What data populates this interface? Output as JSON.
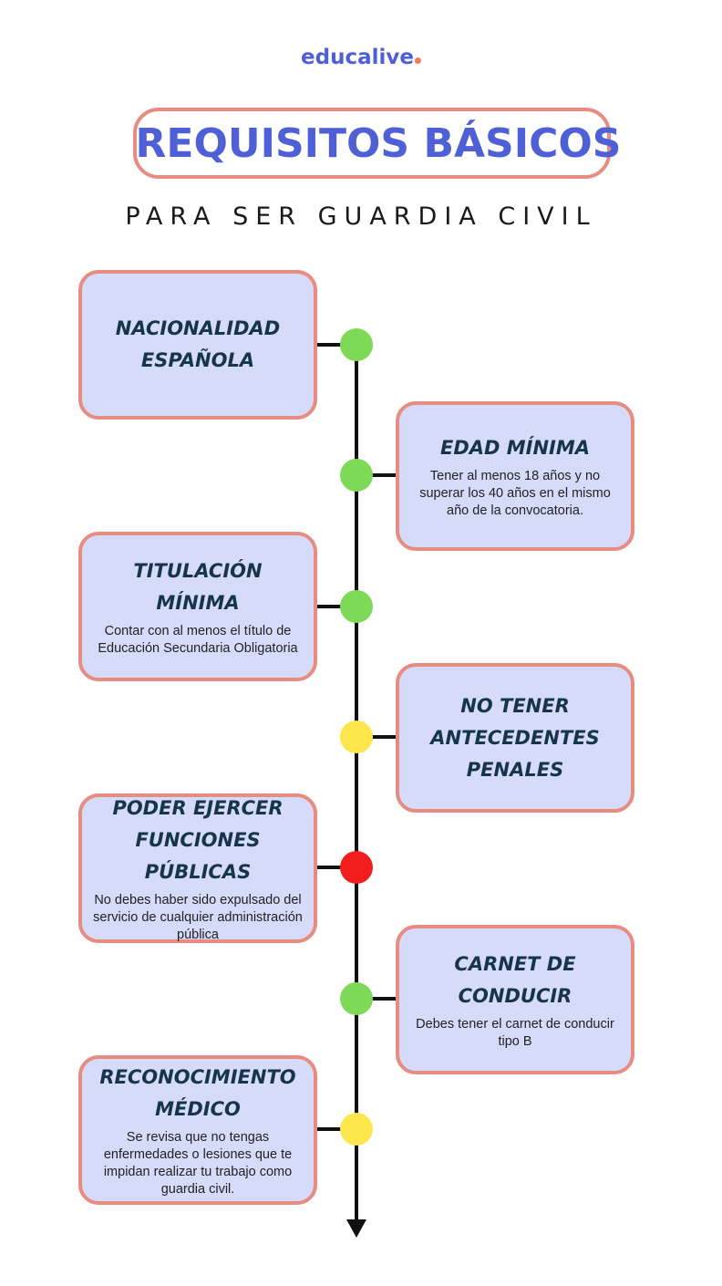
{
  "header": {
    "logo": "educalive",
    "title": "REQUISITOS BÁSICOS",
    "subtitle": "PARA SER GUARDIA CIVIL"
  },
  "colors": {
    "accent_blue": "#4f5fd6",
    "border_salmon": "#e88b80",
    "card_fill": "#d6dbfa",
    "green": "#7ed957",
    "yellow": "#fde74c",
    "red": "#f21d1d"
  },
  "requirements": [
    {
      "title_lines": [
        "NACIONALIDAD",
        "ESPAÑOLA"
      ],
      "description": "",
      "status": "green"
    },
    {
      "title_lines": [
        "EDAD MÍNIMA"
      ],
      "description": "Tener al menos 18 años y no superar los 40 años en el mismo año de la convocatoria.",
      "status": "green"
    },
    {
      "title_lines": [
        "TITULACIÓN",
        "MÍNIMA"
      ],
      "description": "Contar con al menos el título de Educación Secundaria Obligatoria",
      "status": "green"
    },
    {
      "title_lines": [
        "NO TENER",
        "ANTECEDENTES",
        "PENALES"
      ],
      "description": "",
      "status": "yellow"
    },
    {
      "title_lines": [
        "PODER EJERCER",
        "FUNCIONES PÚBLICAS"
      ],
      "description": "No debes haber sido expulsado del servicio de cualquier administración pública",
      "status": "red"
    },
    {
      "title_lines": [
        "CARNET DE",
        "CONDUCIR"
      ],
      "description": "Debes tener el carnet de conducir tipo B",
      "status": "green"
    },
    {
      "title_lines": [
        "RECONOCIMIENTO",
        "MÉDICO"
      ],
      "description": "Se revisa que no tengas enfermedades o lesiones que te impidan realizar tu trabajo como guardia civil.",
      "status": "yellow"
    }
  ]
}
